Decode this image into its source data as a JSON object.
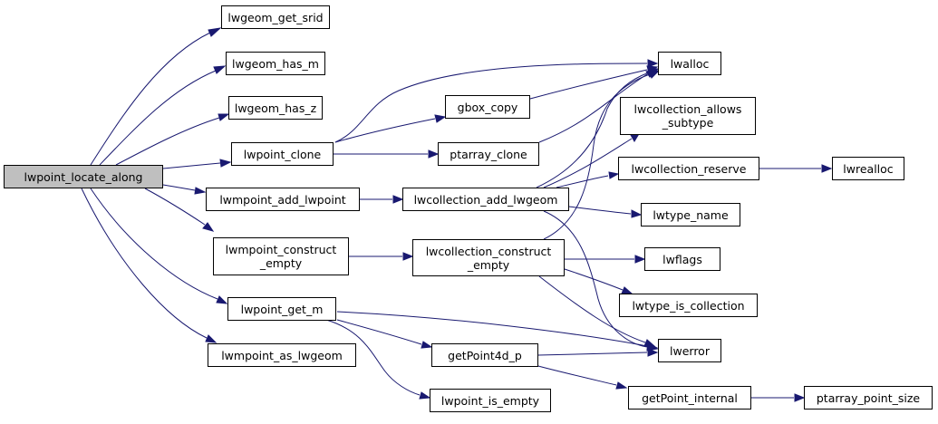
{
  "colors": {
    "edge": "#191970",
    "node_border": "#000000",
    "node_fill": "#ffffff",
    "root_fill": "#bfbfbf"
  },
  "nodes": {
    "lwpoint_locate_along": "lwpoint_locate_along",
    "lwgeom_get_srid": "lwgeom_get_srid",
    "lwgeom_has_m": "lwgeom_has_m",
    "lwgeom_has_z": "lwgeom_has_z",
    "lwpoint_clone": "lwpoint_clone",
    "lwmpoint_add_lwpoint": "lwmpoint_add_lwpoint",
    "lwmpoint_construct_empty": "lwmpoint_construct\n_empty",
    "lwpoint_get_m": "lwpoint_get_m",
    "lwmpoint_as_lwgeom": "lwmpoint_as_lwgeom",
    "gbox_copy": "gbox_copy",
    "ptarray_clone": "ptarray_clone",
    "lwcollection_add_lwgeom": "lwcollection_add_lwgeom",
    "lwcollection_construct_empty": "lwcollection_construct\n_empty",
    "getPoint4d_p": "getPoint4d_p",
    "lwpoint_is_empty": "lwpoint_is_empty",
    "lwalloc": "lwalloc",
    "lwcollection_allows_subtype": "lwcollection_allows\n_subtype",
    "lwcollection_reserve": "lwcollection_reserve",
    "lwtype_name": "lwtype_name",
    "lwflags": "lwflags",
    "lwtype_is_collection": "lwtype_is_collection",
    "lwerror": "lwerror",
    "getPoint_internal": "getPoint_internal",
    "lwrealloc": "lwrealloc",
    "ptarray_point_size": "ptarray_point_size"
  },
  "edges": [
    [
      "lwpoint_locate_along",
      "lwgeom_get_srid"
    ],
    [
      "lwpoint_locate_along",
      "lwgeom_has_m"
    ],
    [
      "lwpoint_locate_along",
      "lwgeom_has_z"
    ],
    [
      "lwpoint_locate_along",
      "lwpoint_clone"
    ],
    [
      "lwpoint_locate_along",
      "lwmpoint_add_lwpoint"
    ],
    [
      "lwpoint_locate_along",
      "lwmpoint_construct_empty"
    ],
    [
      "lwpoint_locate_along",
      "lwpoint_get_m"
    ],
    [
      "lwpoint_locate_along",
      "lwmpoint_as_lwgeom"
    ],
    [
      "lwpoint_clone",
      "lwalloc"
    ],
    [
      "lwpoint_clone",
      "gbox_copy"
    ],
    [
      "lwpoint_clone",
      "ptarray_clone"
    ],
    [
      "gbox_copy",
      "lwalloc"
    ],
    [
      "ptarray_clone",
      "lwalloc"
    ],
    [
      "lwmpoint_add_lwpoint",
      "lwcollection_add_lwgeom"
    ],
    [
      "lwcollection_add_lwgeom",
      "lwcollection_allows_subtype"
    ],
    [
      "lwcollection_add_lwgeom",
      "lwcollection_reserve"
    ],
    [
      "lwcollection_add_lwgeom",
      "lwtype_name"
    ],
    [
      "lwcollection_add_lwgeom",
      "lwerror"
    ],
    [
      "lwcollection_reserve",
      "lwrealloc"
    ],
    [
      "lwmpoint_construct_empty",
      "lwcollection_construct_empty"
    ],
    [
      "lwcollection_construct_empty",
      "lwalloc"
    ],
    [
      "lwcollection_construct_empty",
      "lwflags"
    ],
    [
      "lwcollection_construct_empty",
      "lwtype_is_collection"
    ],
    [
      "lwcollection_construct_empty",
      "lwerror"
    ],
    [
      "lwpoint_get_m",
      "lwerror"
    ],
    [
      "lwpoint_get_m",
      "getPoint4d_p"
    ],
    [
      "lwpoint_get_m",
      "lwpoint_is_empty"
    ],
    [
      "getPoint4d_p",
      "lwerror"
    ],
    [
      "getPoint4d_p",
      "getPoint_internal"
    ],
    [
      "getPoint_internal",
      "ptarray_point_size"
    ]
  ]
}
